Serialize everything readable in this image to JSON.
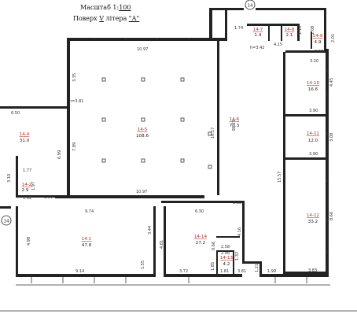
{
  "header": {
    "scale_label": "Масштаб 1:",
    "scale_value": "100",
    "floor_prefix": "Поверх",
    "floor_value": "V",
    "letter_prefix": "літера",
    "letter_value": "\"А\""
  },
  "axis_markers": {
    "top": "14",
    "left": "14"
  },
  "rooms": [
    {
      "id": "14-1",
      "area": "47.8"
    },
    {
      "id": "14-2",
      "area": "2.9"
    },
    {
      "id": "14-4",
      "area": "31.0"
    },
    {
      "id": "14-5",
      "area": "108.6"
    },
    {
      "id": "14-6",
      "area": "70.3"
    },
    {
      "id": "14-7",
      "area": "1.4"
    },
    {
      "id": "14-8",
      "area": "2.1"
    },
    {
      "id": "14-9",
      "area": "4.9"
    },
    {
      "id": "14-10",
      "area": "16.6"
    },
    {
      "id": "14-11",
      "area": "12.0"
    },
    {
      "id": "14-12",
      "area": "33.2"
    },
    {
      "id": "14-13",
      "area": "4.2"
    },
    {
      "id": "14-14",
      "area": "27.2"
    }
  ],
  "dimensions": [
    "1.74",
    "4.15",
    "h=3.42",
    "1.10",
    "2.08",
    "2.08",
    "2.01",
    "3.20",
    "4.45",
    "3.90",
    "3.08",
    "3.90",
    "15.57",
    "8.66",
    "3.83",
    "10.97",
    "3.35",
    "h=3.81",
    "7.89",
    "10.17",
    "13.36",
    "10.97",
    "6.50",
    "6.99",
    "1.77",
    "1.62",
    "1.59",
    "3.10",
    "1.97",
    "9.74",
    "6.30",
    "1.88",
    "4.98",
    "3.44",
    "4.81",
    "1.55",
    "9.14",
    "2.58",
    "2.46",
    "0.66",
    "1.32",
    "1.85",
    "3.72",
    "1.81",
    "3.81",
    "4.16",
    "1.21",
    "1.99"
  ]
}
